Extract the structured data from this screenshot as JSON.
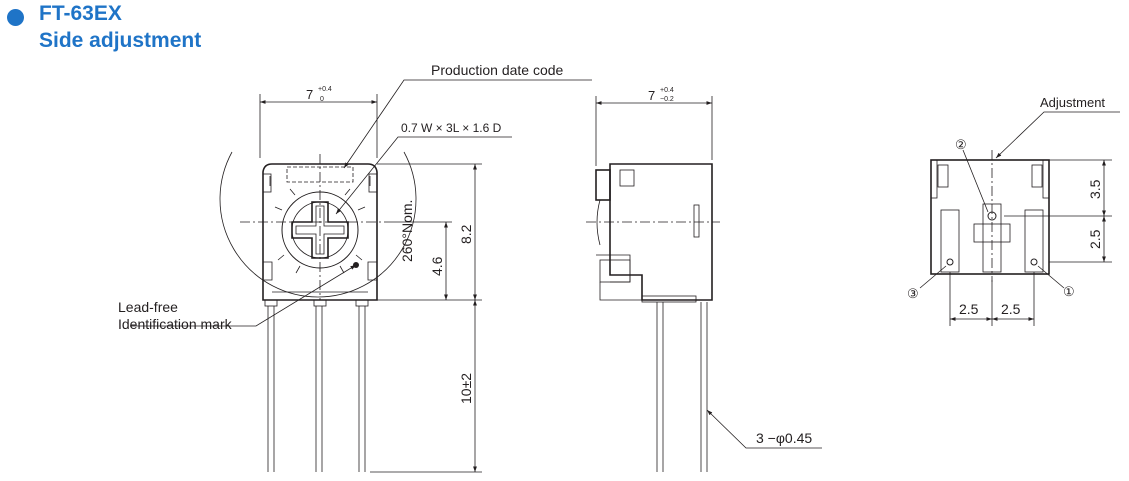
{
  "header": {
    "model": "FT-63EX",
    "subtitle": "Side adjustment",
    "accent_color": "#1f74c7"
  },
  "front_view": {
    "dim_width_main": "7",
    "dim_width_tol_plus": "+0.4",
    "dim_width_tol_minus": "0",
    "callout_date_code": "Production date code",
    "callout_slot": "0.7 W × 3L × 1.6 D",
    "angle_label": "260°Nom.",
    "dim_height": "8.2",
    "dim_center_height": "4.6",
    "dim_lead_length": "10±2",
    "callout_mark_line1": "Lead-free",
    "callout_mark_line2": "Identification mark"
  },
  "side_view": {
    "dim_width_main": "7",
    "dim_width_tol_plus": "+0.4",
    "dim_width_tol_minus": "−0.2",
    "callout_leads": "3 −φ0.45"
  },
  "pin_view": {
    "callout_adjustment": "Adjustment",
    "pin_1": "①",
    "pin_2": "②",
    "pin_3": "③",
    "dim_pitch_left": "2.5",
    "dim_pitch_right": "2.5",
    "dim_upper": "3.5",
    "dim_lower": "2.5"
  }
}
